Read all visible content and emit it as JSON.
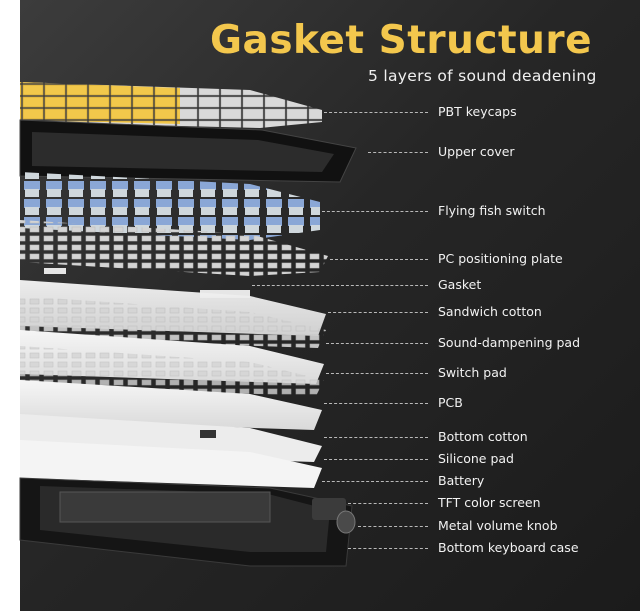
{
  "header": {
    "title": "Gasket Structure",
    "subtitle": "5 layers of sound deadening"
  },
  "colors": {
    "accent": "#f3c74d",
    "background": "#2a2a2a",
    "label_text": "#f2f2f2"
  },
  "layers": [
    {
      "label": "PBT keycaps"
    },
    {
      "label": "Upper cover"
    },
    {
      "label": "Flying fish switch"
    },
    {
      "label": "PC positioning plate"
    },
    {
      "label": "Gasket"
    },
    {
      "label": "Sandwich cotton"
    },
    {
      "label": "Sound-dampening pad"
    },
    {
      "label": "Switch pad"
    },
    {
      "label": "PCB"
    },
    {
      "label": "Bottom cotton"
    },
    {
      "label": "Silicone pad"
    },
    {
      "label": "Battery"
    },
    {
      "label": "TFT color screen"
    },
    {
      "label": "Metal volume knob"
    },
    {
      "label": "Bottom keyboard case"
    }
  ]
}
